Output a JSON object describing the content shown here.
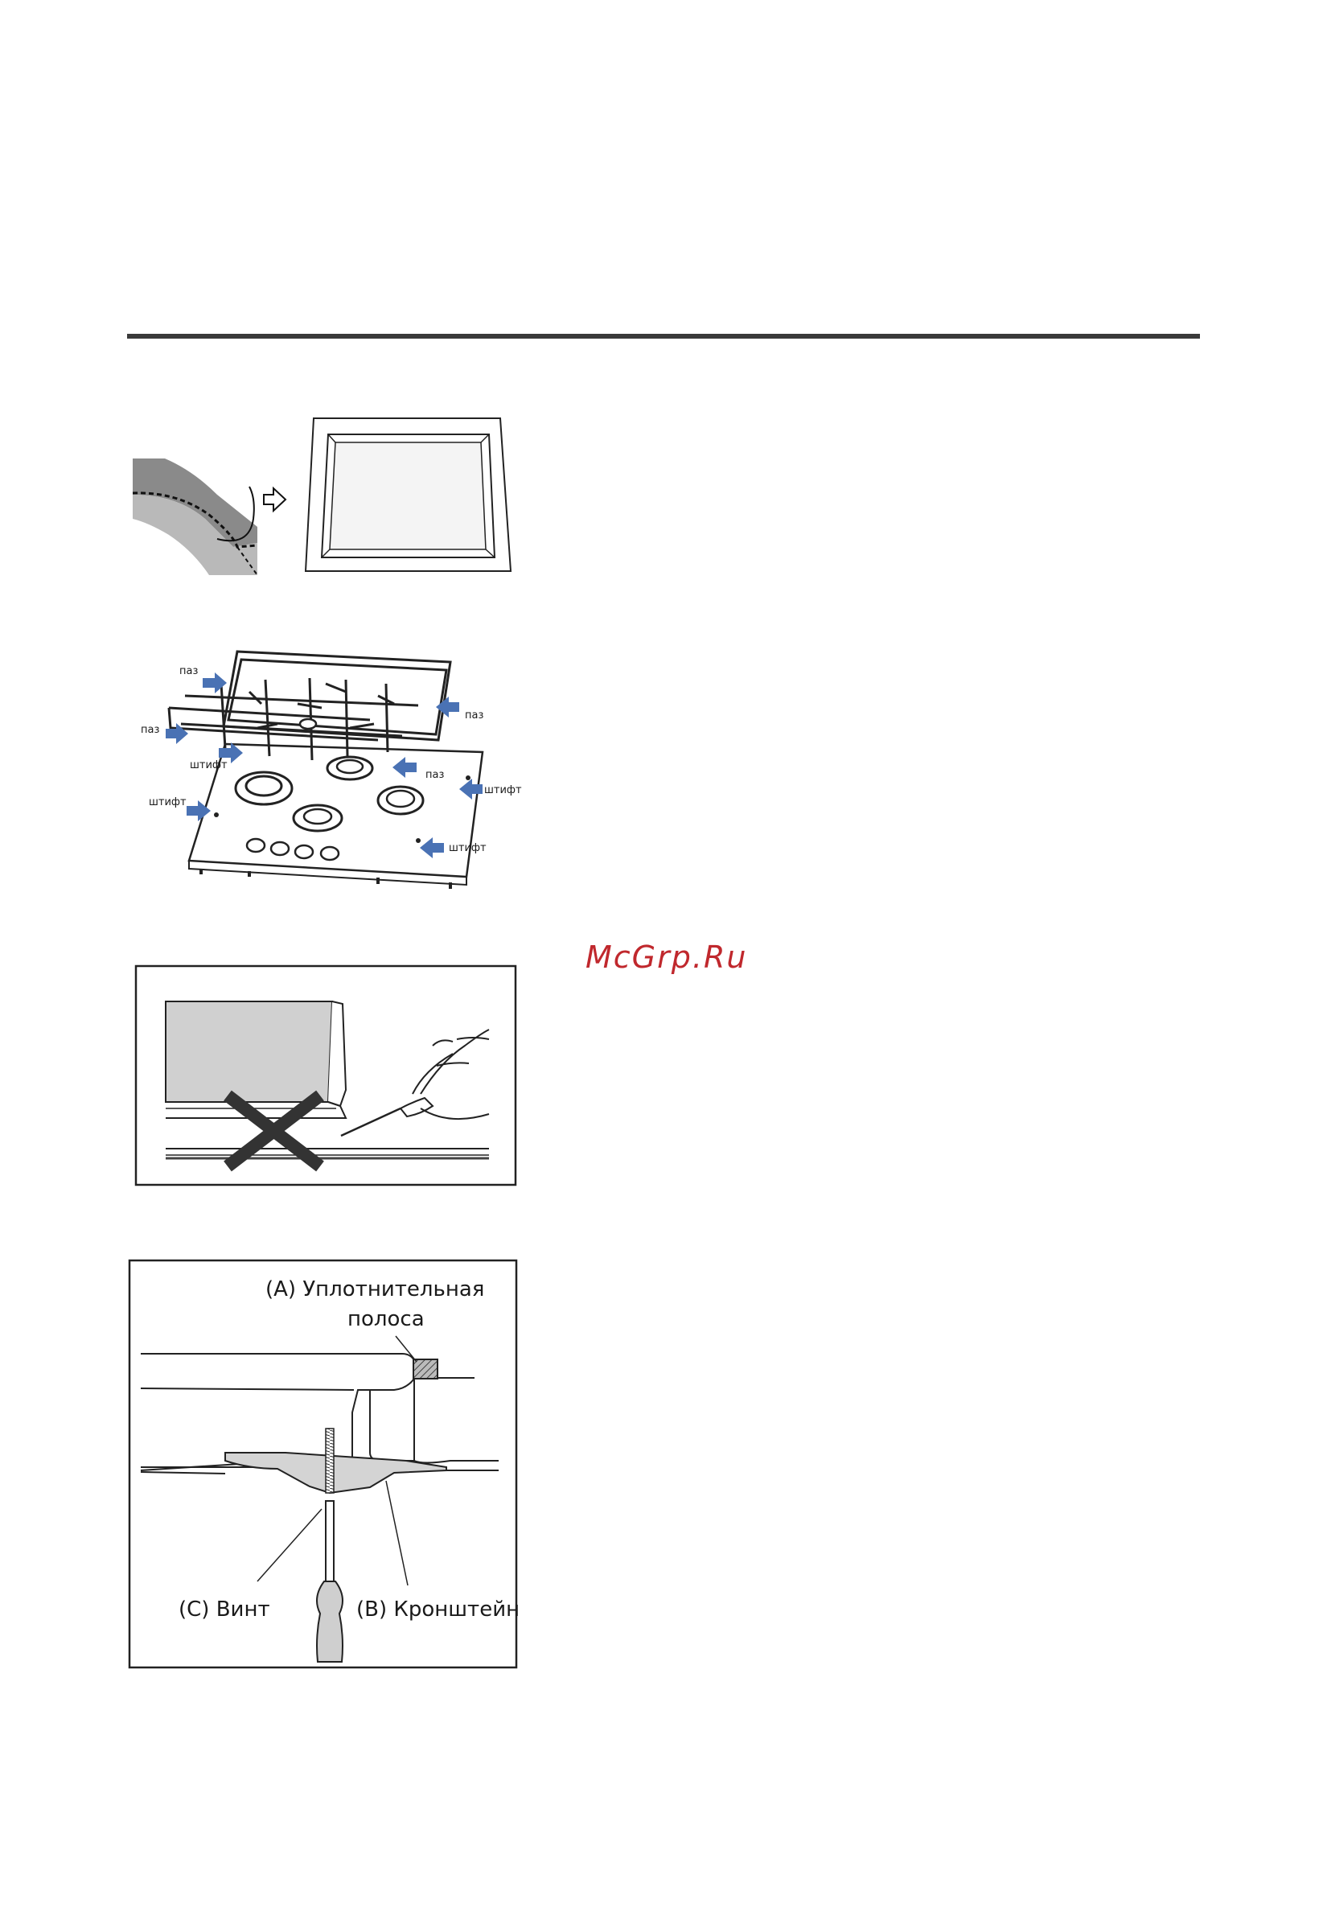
{
  "watermark": "McGrp.Ru",
  "fig2": {
    "groove_1": "паз",
    "groove_2": "паз",
    "groove_3": "паз",
    "groove_4": "паз",
    "pin_1": "штифт",
    "pin_2": "штифт",
    "pin_3": "штифт",
    "pin_4": "штифт"
  },
  "fig4": {
    "seal_line1": "(A)  Уплотнительная",
    "seal_line2": "полоса",
    "screw": "(C)  Винт",
    "bracket": "(B) Кронштейн"
  },
  "colors": {
    "arrow": "#4a72b4",
    "rule": "#3a3a3a",
    "watermark": "#c0282d"
  }
}
